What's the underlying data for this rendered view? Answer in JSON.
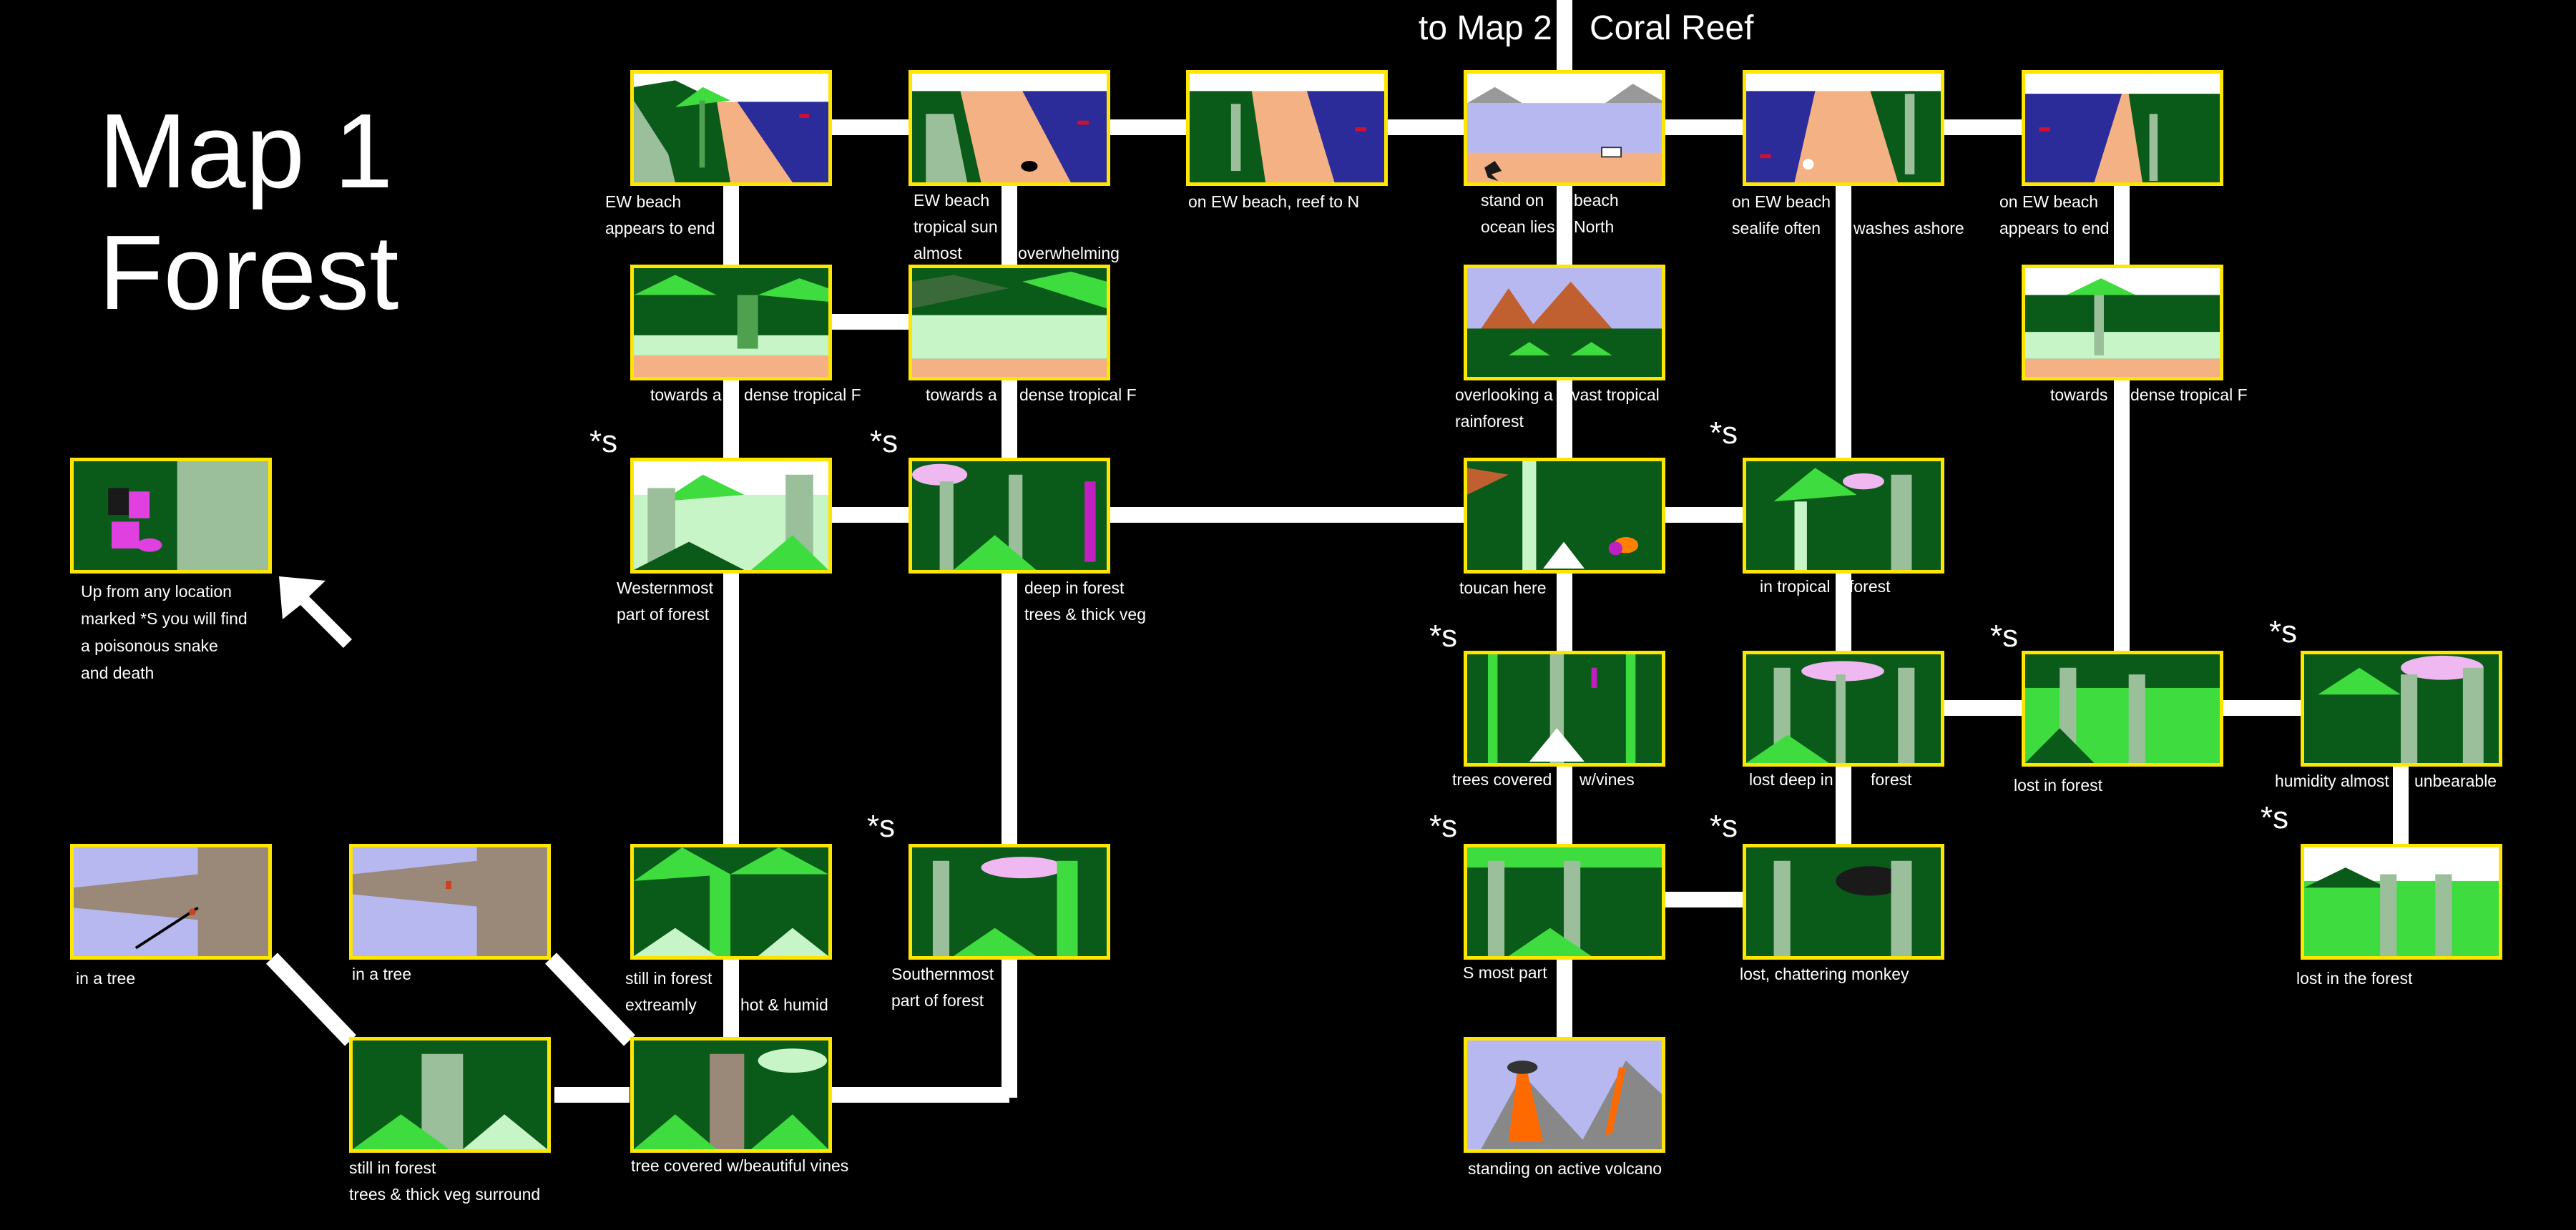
{
  "title_line1": "Map 1",
  "title_line2": "Forest",
  "exits": {
    "to_map2": "to Map 2",
    "coral_reef": "Coral Reef"
  },
  "snake_marker": "*s",
  "legend": {
    "line1": "Up from any location",
    "line2": "marked *S you will find",
    "line3": "a poisonous snake",
    "line4": "and death"
  },
  "locations": {
    "beach_end_w": {
      "line1": "EW beach",
      "line2": "appears to end"
    },
    "beach_sun": {
      "line1": "EW beach",
      "line2": "tropical sun",
      "line3": "almost",
      "line3b": "overwhelming"
    },
    "beach_reef": {
      "line1": "on EW beach, reef to N"
    },
    "beach_stand": {
      "line1": "stand on",
      "line1b": "beach",
      "line2": "ocean lies",
      "line2b": "North"
    },
    "beach_sealife": {
      "line1": "on EW beach",
      "line2": "sealife often",
      "line2b": "washes ashore"
    },
    "beach_end_e": {
      "line1": "on EW beach",
      "line2": "appears to end"
    },
    "towards_1": {
      "line1": "towards a",
      "line1b": "dense tropical F"
    },
    "towards_2": {
      "line1": "towards a",
      "line1b": "dense tropical F"
    },
    "overlooking": {
      "line1": "overlooking a",
      "line1b": "vast tropical",
      "line2": "rainforest"
    },
    "towards_3": {
      "line1": "towards",
      "line1b": "dense tropical F"
    },
    "westernmost": {
      "line1": "Westernmost",
      "line2": "part of forest"
    },
    "deep_forest": {
      "line1": "deep in forest",
      "line2": "trees & thick veg"
    },
    "toucan": {
      "line1": "toucan here"
    },
    "in_tropical": {
      "line1": "in tropical",
      "line1b": "forest"
    },
    "trees_vines": {
      "line1": "trees covered",
      "line1b": "w/vines"
    },
    "lost_deep": {
      "line1": "lost deep in",
      "line1b": "forest"
    },
    "lost_forest": {
      "line1": "lost in forest"
    },
    "humidity": {
      "line1": "humidity almost",
      "line1b": "unbearable"
    },
    "in_tree_1": {
      "line1": "in a tree"
    },
    "in_tree_2": {
      "line1": "in a tree"
    },
    "still_humid": {
      "line1": "still in forest",
      "line2": "extreamly",
      "line2b": "hot & humid"
    },
    "southernmost": {
      "line1": "Southernmost",
      "line2": "part of forest"
    },
    "s_most": {
      "line1": "S most part"
    },
    "chattering": {
      "line1": "lost, chattering monkey"
    },
    "lost_in_the": {
      "line1": "lost in the forest"
    },
    "still_veg": {
      "line1": "still in forest",
      "line2": "trees & thick veg surround"
    },
    "tree_vines": {
      "line1": "tree covered w/beautiful vines"
    },
    "volcano": {
      "line1": "standing on active volcano"
    }
  },
  "colors": {
    "background": "#000000",
    "frame": "#ffe600",
    "path": "#ffffff",
    "sand": "#f4b183",
    "ocean": "#2b2b9a",
    "jungle_dark": "#0a3a12",
    "jungle_bright": "#3fdc3f",
    "pale_green": "#c8f5c8"
  }
}
